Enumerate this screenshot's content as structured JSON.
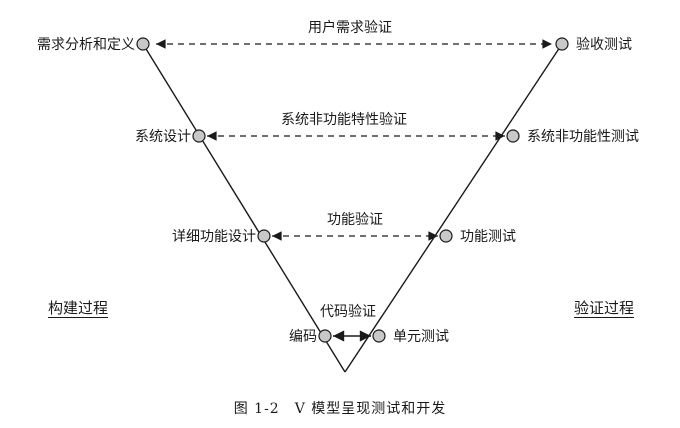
{
  "nodes": {
    "requirements_analysis": "需求分析和定义",
    "system_design": "系统设计",
    "detailed_design": "详细功能设计",
    "coding": "编码",
    "acceptance_test": "验收测试",
    "nonfunctional_test": "系统非功能性测试",
    "functional_test": "功能测试",
    "unit_test": "单元测试"
  },
  "links": {
    "user_requirements_validation": "用户需求验证",
    "nonfunctional_validation": "系统非功能特性验证",
    "functional_validation": "功能验证",
    "code_validation": "代码验证"
  },
  "sides": {
    "build_process": "构建过程",
    "validation_process": "验证过程"
  },
  "caption": "图 1-2　V 模型呈现测试和开发",
  "colors": {
    "line": "#1a1a1a",
    "node_fill": "#c8c8c8"
  }
}
